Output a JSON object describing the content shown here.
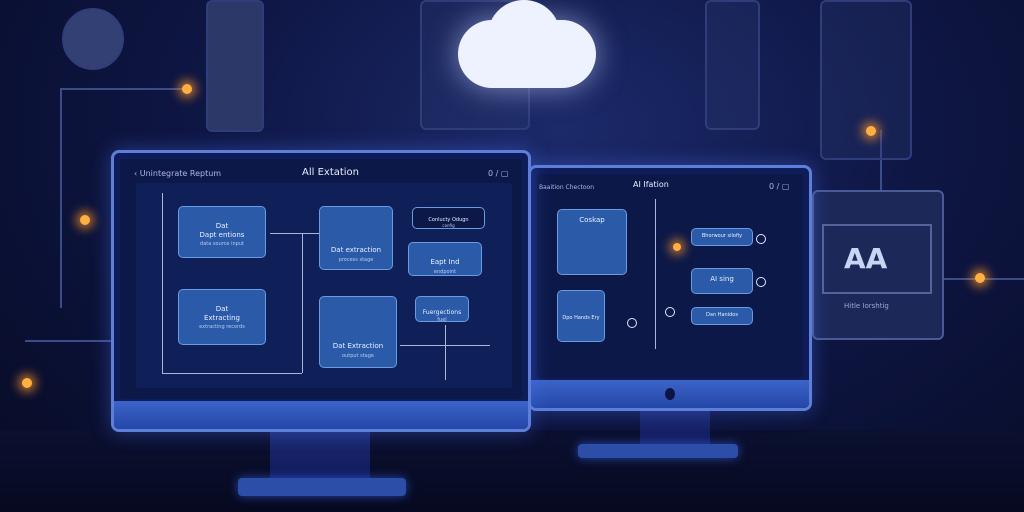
{
  "left_monitor": {
    "back_label": "Unintegrate Reptum",
    "title": "All Extation",
    "controls": "0 / ▢",
    "boxes": [
      {
        "title": "Dat\nDapt entions",
        "caption": "data source input"
      },
      {
        "title": "Dat\nExtracting",
        "caption": "extracting records"
      },
      {
        "title": "Dat extraction",
        "caption": "process stage"
      },
      {
        "title": "Dat Extraction",
        "caption": "output stage"
      },
      {
        "title": "Conlucty Odugn",
        "caption": "config"
      },
      {
        "title": "Eapt Ind",
        "caption": "endpoint"
      },
      {
        "title": "Fuergections",
        "caption": "fuel"
      }
    ]
  },
  "right_monitor": {
    "back_label": "Baaition Chectoon",
    "title": "AI Ifation",
    "controls": "0 / ▢",
    "boxes": [
      {
        "title": "Coskap"
      },
      {
        "title": "Dpo Hands Ery"
      },
      {
        "title": "Bhorwour silofiy"
      },
      {
        "title": "AI sing"
      },
      {
        "title": "Dan Hanidos"
      }
    ]
  },
  "side_panel": {
    "big_text": "AA",
    "caption": "Hitle Iorshtig"
  },
  "colors": {
    "accent": "#ffb040",
    "box": "#2a5aa8",
    "background": "#0e1644"
  }
}
